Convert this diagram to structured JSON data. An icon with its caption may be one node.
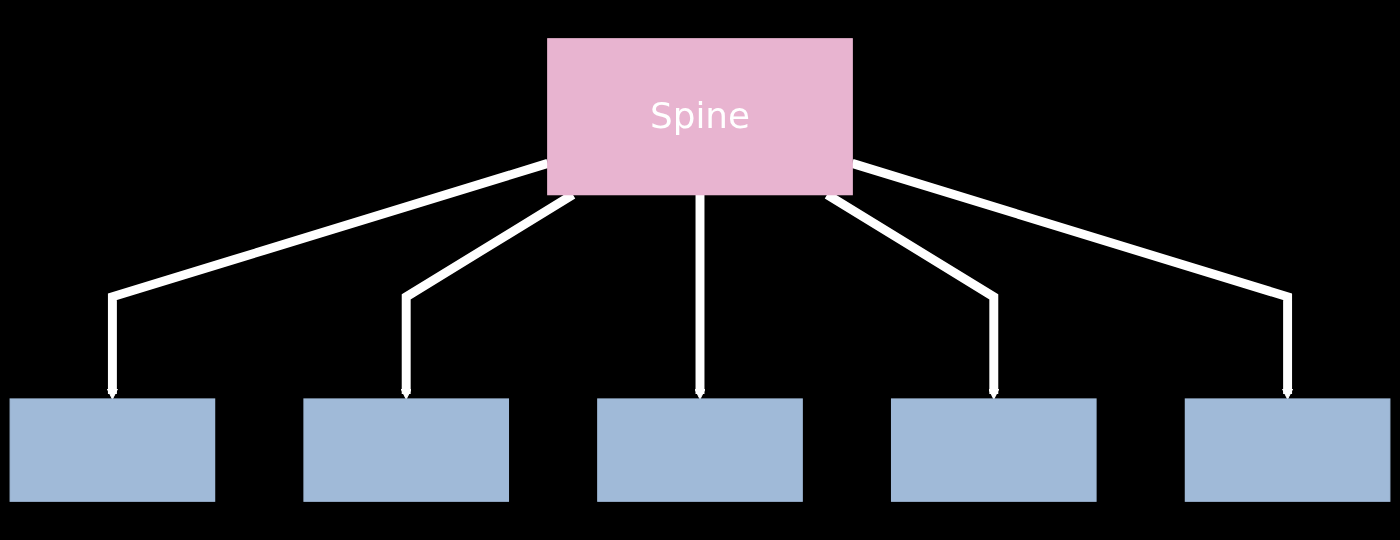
{
  "diagram": {
    "nodes": [
      {
        "text": [
          "Spine"
        ]
      },
      {
        "text": [],
        "shape": "box"
      },
      {
        "text": [],
        "shape": "box"
      },
      {
        "text": [],
        "shape": "box"
      },
      {
        "text": [],
        "shape": "box"
      },
      {
        "text": [],
        "shape": "box"
      }
    ],
    "edges": [
      {
        "from": 0,
        "to": 1,
        "arrow": "to"
      },
      {
        "from": 0,
        "to": 2,
        "arrow": "to"
      },
      {
        "from": 0,
        "to": 3,
        "arrow": "to"
      },
      {
        "from": 0,
        "to": 4,
        "arrow": "to"
      },
      {
        "from": 0,
        "to": 5,
        "arrow": "to"
      }
    ]
  }
}
